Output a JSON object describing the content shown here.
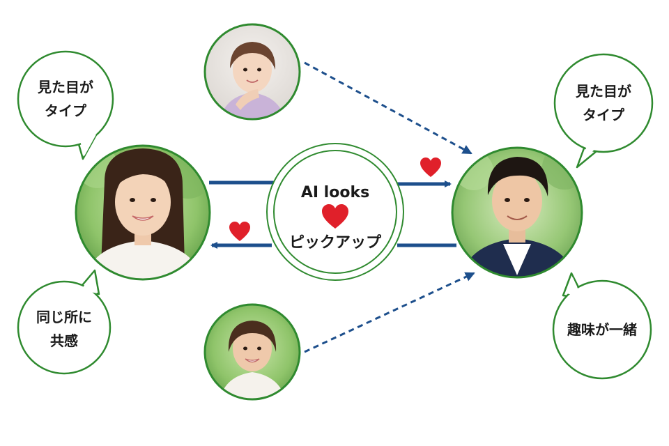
{
  "center": {
    "line1": "AI looks",
    "line2": "ピックアップ"
  },
  "bubbles": {
    "woman_top": {
      "line1": "見た目が",
      "line2": "タイプ"
    },
    "woman_bottom": {
      "line1": "同じ所に",
      "line2": "共感"
    },
    "man_top": {
      "line1": "見た目が",
      "line2": "タイプ"
    },
    "man_bottom": {
      "line1": "趣味が一緒"
    }
  },
  "colors": {
    "green_border": "#2f8a2f",
    "arrow_blue": "#1d4f8c",
    "heart_red": "#e0202a"
  },
  "icons": [
    "heart-icon",
    "person-photo"
  ]
}
